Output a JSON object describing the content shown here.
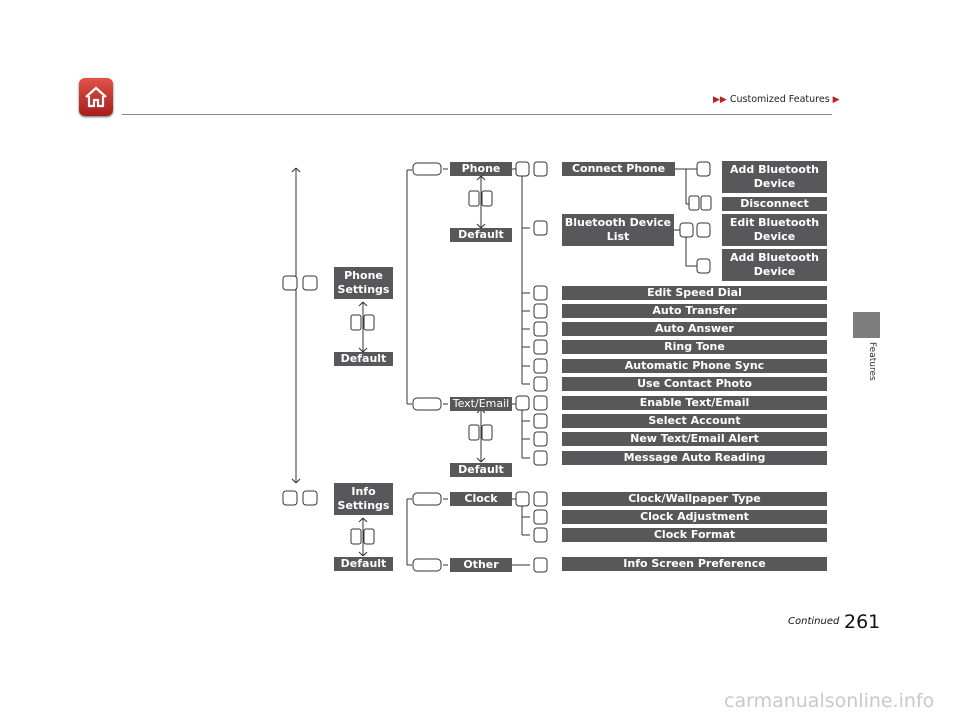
{
  "header": {
    "breadcrumb": "Customized Features",
    "home_icon": "home-icon",
    "accent_color": "#c0302a"
  },
  "sidebar": {
    "tab_label": "Features"
  },
  "menu": {
    "phone_settings": "Phone\nSettings",
    "info_settings": "Info\nSettings",
    "default": "Default",
    "phone": "Phone",
    "text_email": "Text/Email",
    "clock": "Clock",
    "other": "Other",
    "connect_phone": "Connect Phone",
    "bluetooth_device_list": "Bluetooth Device\nList",
    "add_bluetooth_device": "Add Bluetooth\nDevice",
    "disconnect": "Disconnect",
    "edit_bluetooth_device": "Edit Bluetooth\nDevice",
    "edit_speed_dial": "Edit Speed Dial",
    "auto_transfer": "Auto Transfer",
    "auto_answer": "Auto Answer",
    "ring_tone": "Ring Tone",
    "automatic_phone_sync": "Automatic Phone Sync",
    "use_contact_photo": "Use Contact Photo",
    "enable_text_email": "Enable Text/Email",
    "select_account": "Select Account",
    "new_text_email_alert": "New Text/Email Alert",
    "message_auto_reading": "Message Auto Reading",
    "clock_wallpaper_type": "Clock/Wallpaper Type",
    "clock_adjustment": "Clock Adjustment",
    "clock_format": "Clock Format",
    "info_screen_preference": "Info Screen Preference"
  },
  "footer": {
    "continued": "Continued",
    "page_number": "261",
    "watermark": "carmanualsonline.info"
  }
}
